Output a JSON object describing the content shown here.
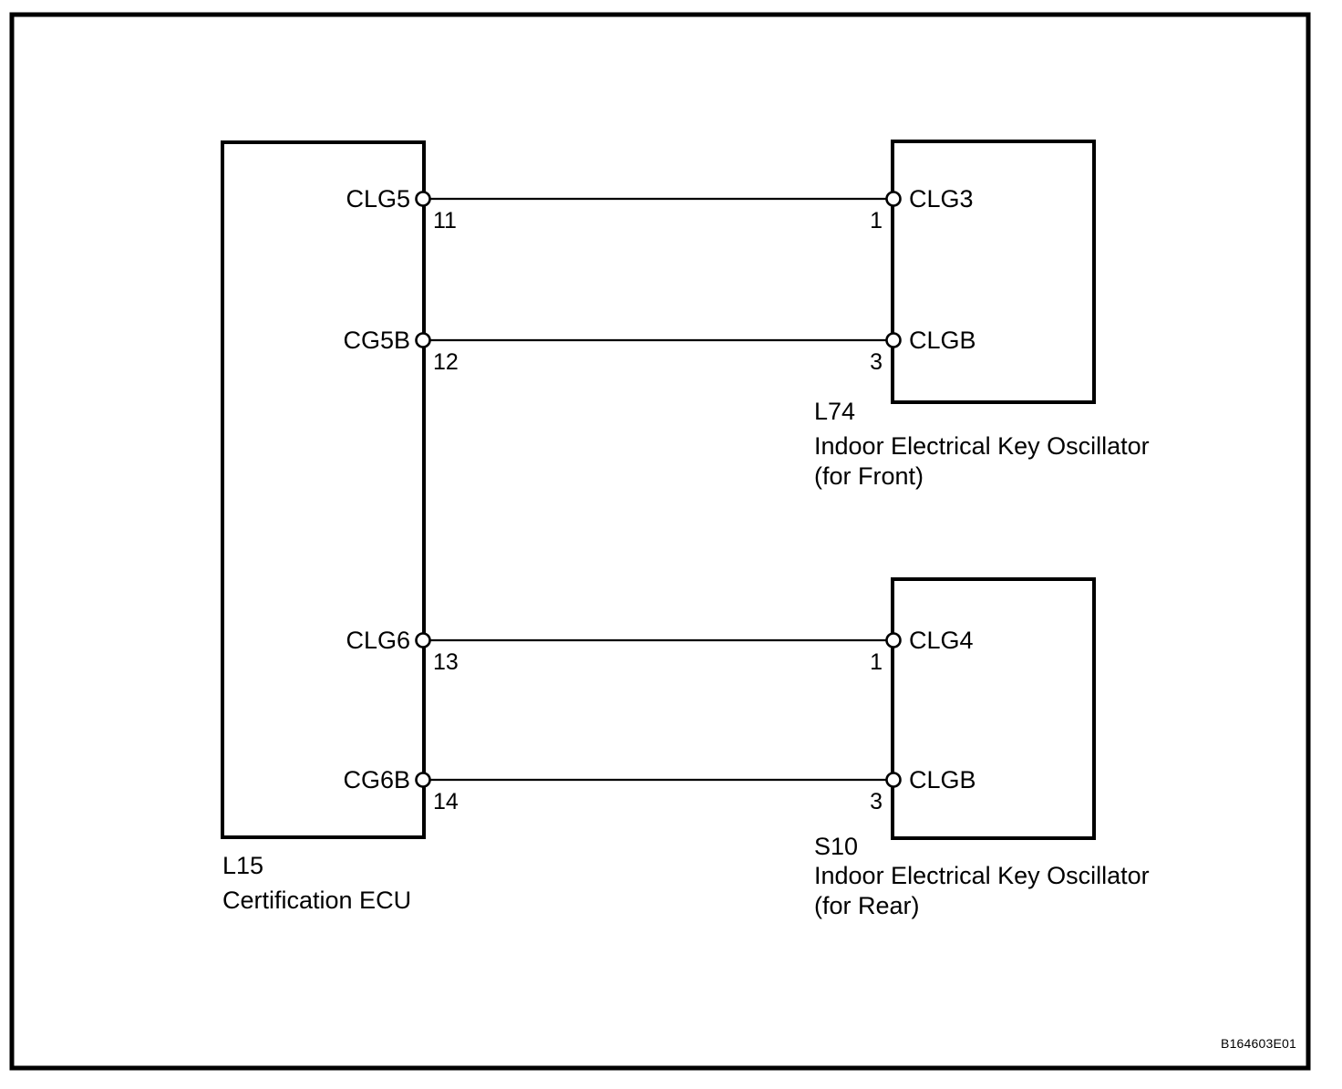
{
  "figure": {
    "reference_code": "B164603E01",
    "colors": {
      "line": "#000000",
      "background": "#ffffff"
    }
  },
  "components": {
    "ecu": {
      "code": "L15",
      "name": "Certification ECU"
    },
    "oscillator_front": {
      "code": "L74",
      "name": "Indoor Electrical Key Oscillator",
      "qualifier": "(for Front)"
    },
    "oscillator_rear": {
      "code": "S10",
      "name": "Indoor Electrical Key Oscillator",
      "qualifier": "(for Rear)"
    }
  },
  "connections": [
    {
      "left_signal": "CLG5",
      "left_pin": "11",
      "right_pin": "1",
      "right_signal": "CLG3"
    },
    {
      "left_signal": "CG5B",
      "left_pin": "12",
      "right_pin": "3",
      "right_signal": "CLGB"
    },
    {
      "left_signal": "CLG6",
      "left_pin": "13",
      "right_pin": "1",
      "right_signal": "CLG4"
    },
    {
      "left_signal": "CG6B",
      "left_pin": "14",
      "right_pin": "3",
      "right_signal": "CLGB"
    }
  ]
}
